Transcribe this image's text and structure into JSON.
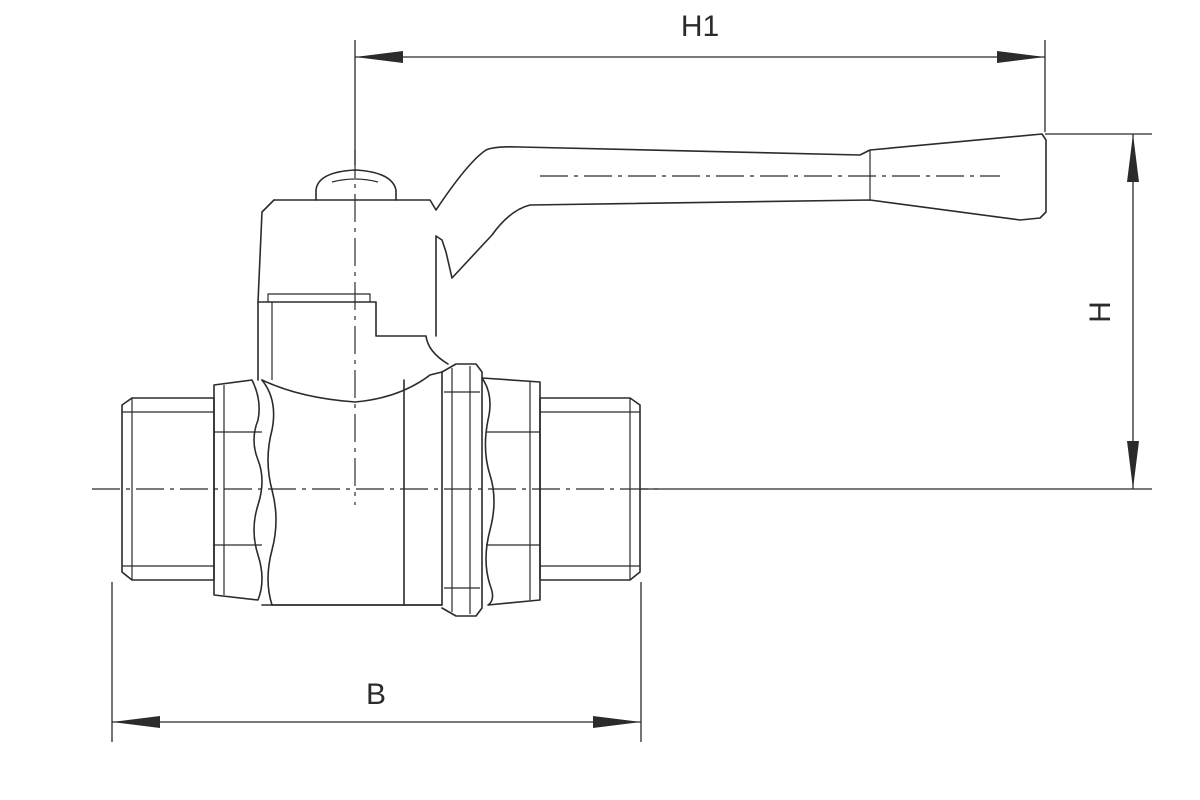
{
  "labels": {
    "h1": "H1",
    "h": "H",
    "b": "B"
  },
  "colors": {
    "line": "#2b2b2b",
    "background": "#ffffff"
  }
}
